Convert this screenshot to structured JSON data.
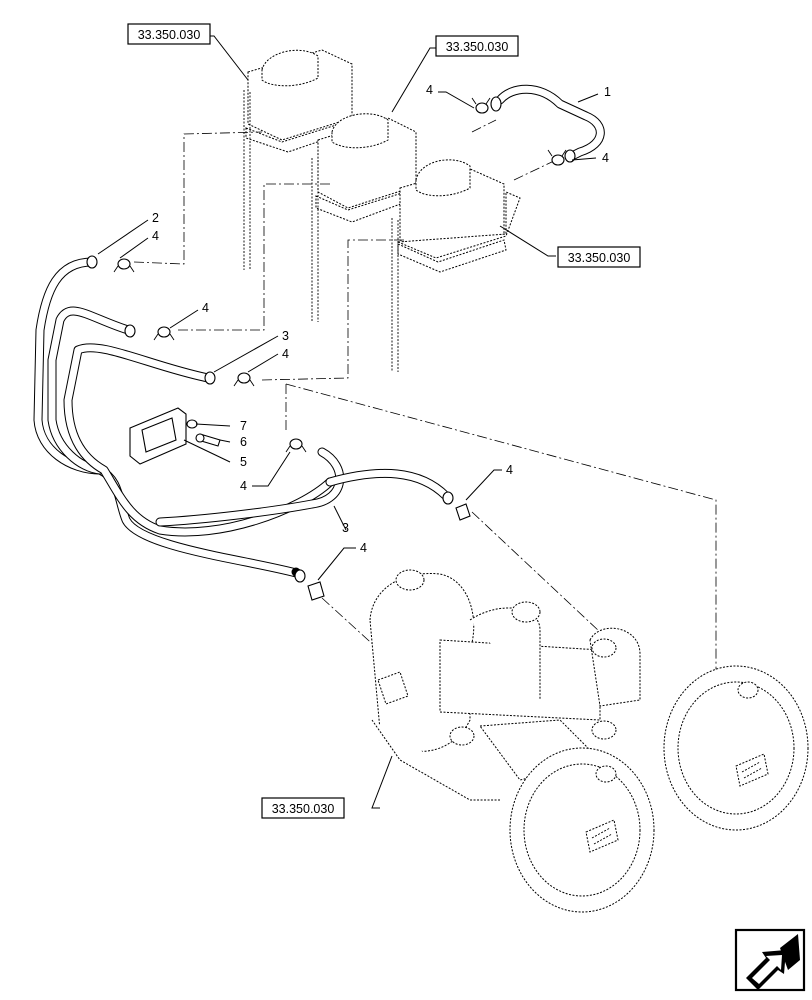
{
  "references": {
    "ref_top_left": "33.350.030",
    "ref_top_middle": "33.350.030",
    "ref_right": "33.350.030",
    "ref_bottom": "33.350.030"
  },
  "callouts": {
    "item_1": "1",
    "item_2": "2",
    "item_3a": "3",
    "item_3b": "3",
    "item_4_top": "4",
    "item_4_right": "4",
    "item_4_left": "4",
    "item_4_mid": "4",
    "item_4_mid2": "4",
    "item_4_bracket": "4",
    "item_4_lower_right": "4",
    "item_4_bottom": "4",
    "item_5": "5",
    "item_6": "6",
    "item_7": "7"
  },
  "nav_icon": "arrow-navigation-icon"
}
